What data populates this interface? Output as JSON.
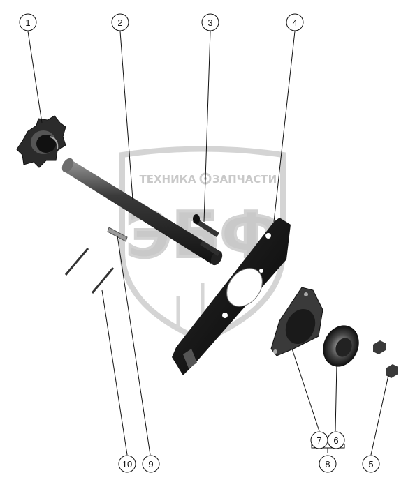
{
  "watermark": {
    "left_word": "ТЕХНИКА",
    "right_word": "ЗАПЧАСТИ",
    "logo_letters": "ЭБФ"
  },
  "callouts": [
    {
      "label": "1"
    },
    {
      "label": "2"
    },
    {
      "label": "3"
    },
    {
      "label": "4"
    },
    {
      "label": "5"
    },
    {
      "label": "6"
    },
    {
      "label": "7"
    },
    {
      "label": "8"
    },
    {
      "label": "9"
    },
    {
      "label": "10"
    }
  ]
}
